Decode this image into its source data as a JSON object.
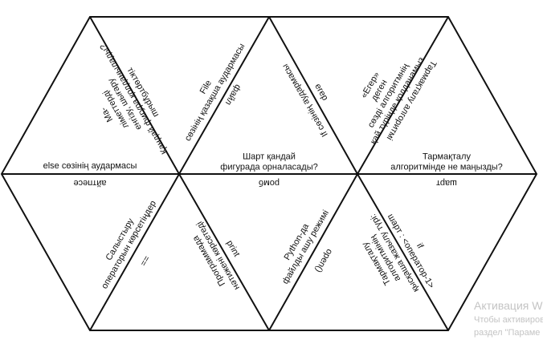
{
  "puzzle": {
    "t1_bottom": [
      "else сөзінің аудармасы"
    ],
    "t1_right": [
      "Ма-",
      "ліметтерді",
      "енгізу, шығару",
      "Қандай фигура қолданылады?"
    ],
    "t2_left": [
      "тіктөртбұрыш"
    ],
    "t2_right": [
      "File",
      "сөзінің қазақша аудармасы"
    ],
    "t3_left": [
      "файл"
    ],
    "t3_bottom": [
      "Шарт қандай",
      "фигурада орналасады?"
    ],
    "t3_right": [
      "If сөзінің аудармасы"
    ],
    "t4_left": [
      "егер"
    ],
    "t4_right": [
      "«Егер»",
      "деген",
      "сөзді алгоритмнің",
      "қай түрінде қолданамыз"
    ],
    "t5_left": [
      "Тармақталу алгоритмі"
    ],
    "t5_bottom": [
      "Тармақталу",
      "алгоритмінде не маңызды?"
    ],
    "b1_top": [
      "айтпесе"
    ],
    "b1_right": [
      "Салыстыру",
      "операторын көрсетіңдер"
    ],
    "b2_left": [
      "=="
    ],
    "b2_right": [
      "Программада",
      "нәтижені көрсетеді"
    ],
    "b3_top": [
      "ромб"
    ],
    "b3_left": [
      "print"
    ],
    "b3_right": [
      "Python-да",
      "файлды ашу режимі"
    ],
    "b4_left": [
      "open()"
    ],
    "b4_right": [
      "Тармақталу",
      "алгоритмінің",
      "қысқаша жазылу түрі:"
    ],
    "b5_left": [
      "if",
      "шарт : <оператор-1>"
    ],
    "b5_top": [
      "шарт"
    ]
  },
  "watermark": {
    "title": "Активация W",
    "line1": "Чтобы активиров",
    "line2": "раздел \"Параме"
  }
}
